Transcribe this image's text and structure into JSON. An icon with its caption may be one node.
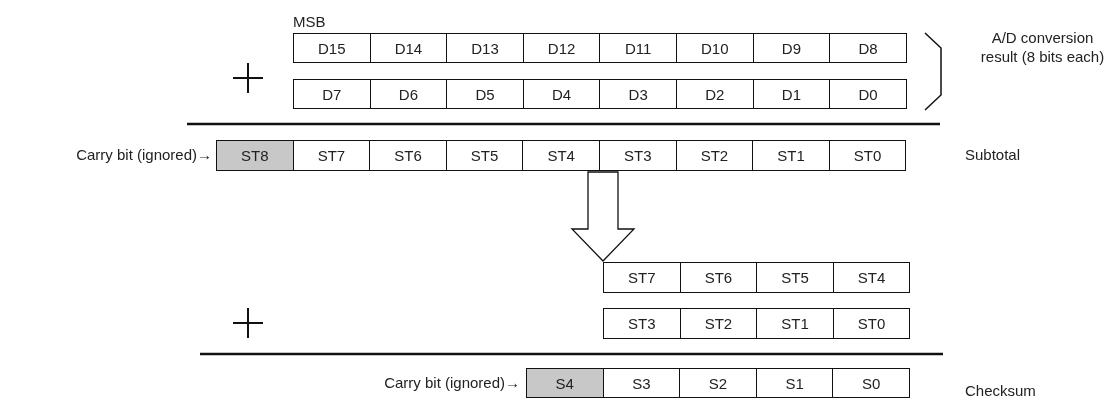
{
  "diagram": {
    "nodes": [
      {
        "text": [
          "D15"
        ]
      },
      {
        "text": [
          "D14"
        ]
      },
      {
        "text": [
          "D13"
        ]
      },
      {
        "text": [
          "D12"
        ]
      },
      {
        "text": [
          "D11"
        ]
      },
      {
        "text": [
          "D10"
        ]
      },
      {
        "text": [
          "D9"
        ]
      },
      {
        "text": [
          "D8"
        ]
      },
      {
        "text": [
          "D7"
        ]
      },
      {
        "text": [
          "D6"
        ]
      },
      {
        "text": [
          "D5"
        ]
      },
      {
        "text": [
          "D4"
        ]
      },
      {
        "text": [
          "D3"
        ]
      },
      {
        "text": [
          "D2"
        ]
      },
      {
        "text": [
          "D1"
        ]
      },
      {
        "text": [
          "D0"
        ]
      },
      {
        "text": [
          "ST8"
        ]
      },
      {
        "text": [
          "ST7"
        ]
      },
      {
        "text": [
          "ST6"
        ]
      },
      {
        "text": [
          "ST5"
        ]
      },
      {
        "text": [
          "ST4"
        ]
      },
      {
        "text": [
          "ST3"
        ]
      },
      {
        "text": [
          "ST2"
        ]
      },
      {
        "text": [
          "ST1"
        ]
      },
      {
        "text": [
          "ST0"
        ]
      },
      {
        "text": [
          "ST7"
        ]
      },
      {
        "text": [
          "ST6"
        ]
      },
      {
        "text": [
          "ST5"
        ]
      },
      {
        "text": [
          "ST4"
        ]
      },
      {
        "text": [
          "ST3"
        ]
      },
      {
        "text": [
          "ST2"
        ]
      },
      {
        "text": [
          "ST1"
        ]
      },
      {
        "text": [
          "ST0"
        ]
      },
      {
        "text": [
          "S4"
        ]
      },
      {
        "text": [
          "S3"
        ]
      },
      {
        "text": [
          "S2"
        ]
      },
      {
        "text": [
          "S1"
        ]
      },
      {
        "text": [
          "S0"
        ]
      }
    ],
    "edges": [
      {
        "from": 21,
        "to": 25,
        "arrow": "to"
      }
    ],
    "labels": [
      "MSB",
      "A/D conversion result (8 bits each)",
      "Carry bit (ignored)→",
      "Subtotal",
      "Carry bit (ignored)→",
      "Checksum"
    ]
  }
}
